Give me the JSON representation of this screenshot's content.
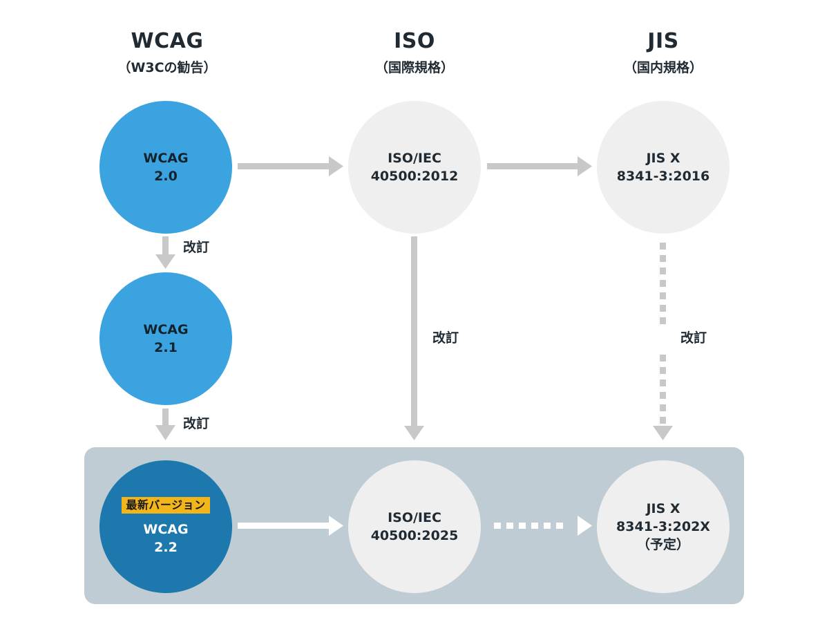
{
  "columns": [
    {
      "title": "WCAG",
      "subtitle": "（W3Cの勧告）"
    },
    {
      "title": "ISO",
      "subtitle": "（国際規格）"
    },
    {
      "title": "JIS",
      "subtitle": "（国内規格）"
    }
  ],
  "nodes": {
    "wcag20": {
      "line1": "WCAG",
      "line2": "2.0"
    },
    "wcag21": {
      "line1": "WCAG",
      "line2": "2.1"
    },
    "wcag22": {
      "badge": "最新バージョン",
      "line1": "WCAG",
      "line2": "2.2"
    },
    "iso2012": {
      "line1": "ISO/IEC",
      "line2": "40500:2012"
    },
    "iso2025": {
      "line1": "ISO/IEC",
      "line2": "40500:2025"
    },
    "jis2016": {
      "line1": "JIS X",
      "line2": "8341-3:2016"
    },
    "jis202x": {
      "line1": "JIS X",
      "line2": "8341-3:202X",
      "line3": "（予定）"
    }
  },
  "labels": {
    "wcag_rev1": "改訂",
    "wcag_rev2": "改訂",
    "iso_rev": "改訂",
    "jis_rev": "改訂"
  },
  "colors": {
    "wcag_circle": "#3aa3e0",
    "latest_circle": "#1c78ad",
    "standard_circle": "#efefef",
    "panel": "#bfccd4",
    "arrow": "#c8c8c8",
    "badge": "#f3b61a"
  }
}
